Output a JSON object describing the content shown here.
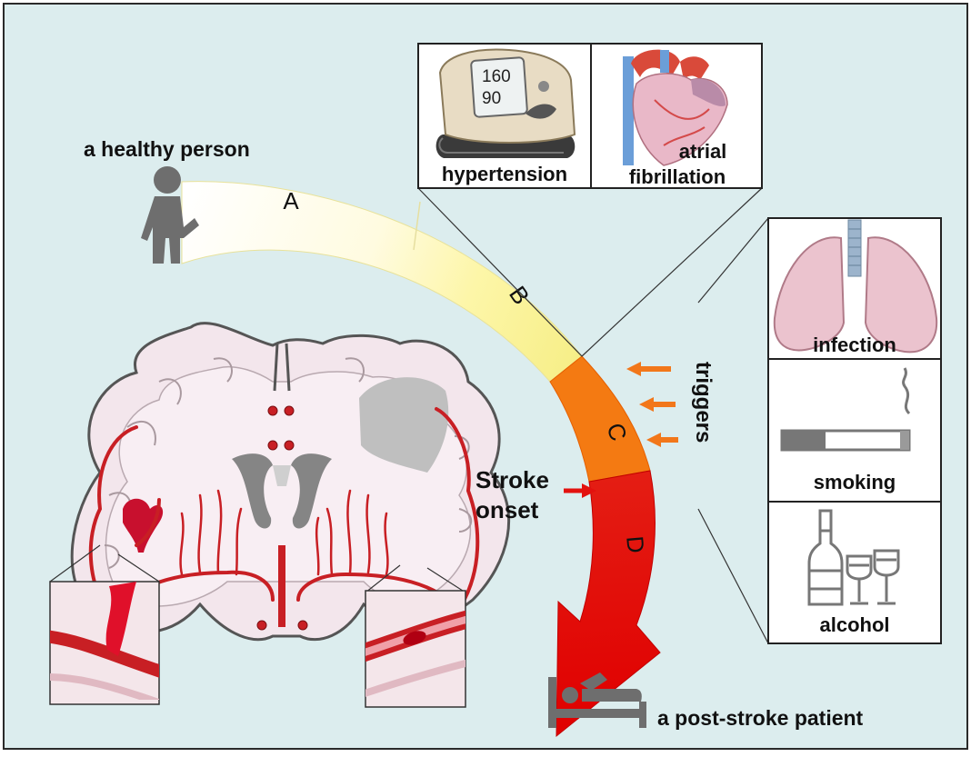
{
  "labels": {
    "healthy_person": "a healthy person",
    "post_stroke_patient": "a post-stroke patient",
    "stroke_onset_line1": "Stroke",
    "stroke_onset_line2": "onset",
    "triggers": "triggers"
  },
  "stages": [
    "A",
    "B",
    "C",
    "D"
  ],
  "risk_factors": {
    "hypertension": "hypertension",
    "atrial_line1": "atrial",
    "atrial_line2": "fibrillation",
    "bp_systolic": "160",
    "bp_diastolic": "90"
  },
  "trigger_items": {
    "infection": "infection",
    "smoking": "smoking",
    "alcohol": "alcohol"
  },
  "colors": {
    "background": "#dcedee",
    "stage_a": "#ffffff",
    "stage_b": "#f8f08c",
    "stage_c": "#f47a12",
    "stage_d": "#e50f0f",
    "vessel": "#c81f24",
    "icon_grey": "#6e6e6e"
  },
  "icons": [
    "person-walking-icon",
    "patient-in-bed-icon",
    "blood-pressure-monitor-icon",
    "heart-icon",
    "lungs-icon",
    "cigarette-icon",
    "wine-bottle-icon",
    "wine-glass-icon",
    "brain-section-icon"
  ]
}
